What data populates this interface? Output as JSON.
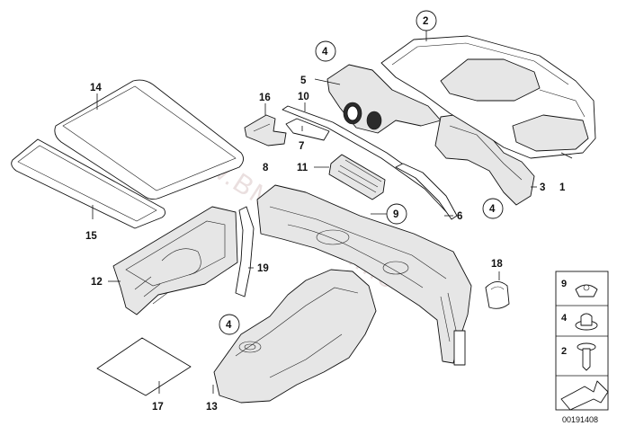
{
  "watermark": "www.BMWfans.info",
  "document_number": "00191408",
  "callouts": {
    "n1": "1",
    "n2": "2",
    "n3": "3",
    "n4a": "4",
    "n4b": "4",
    "n4c": "4",
    "n5": "5",
    "n6": "6",
    "n7": "7",
    "n8": "8",
    "n9": "9",
    "n10": "10",
    "n11": "11",
    "n12": "12",
    "n13": "13",
    "n14": "14",
    "n15": "15",
    "n16": "16",
    "n17": "17",
    "n18": "18",
    "n19": "19"
  },
  "legend": {
    "items": [
      "9",
      "4",
      "2"
    ]
  }
}
